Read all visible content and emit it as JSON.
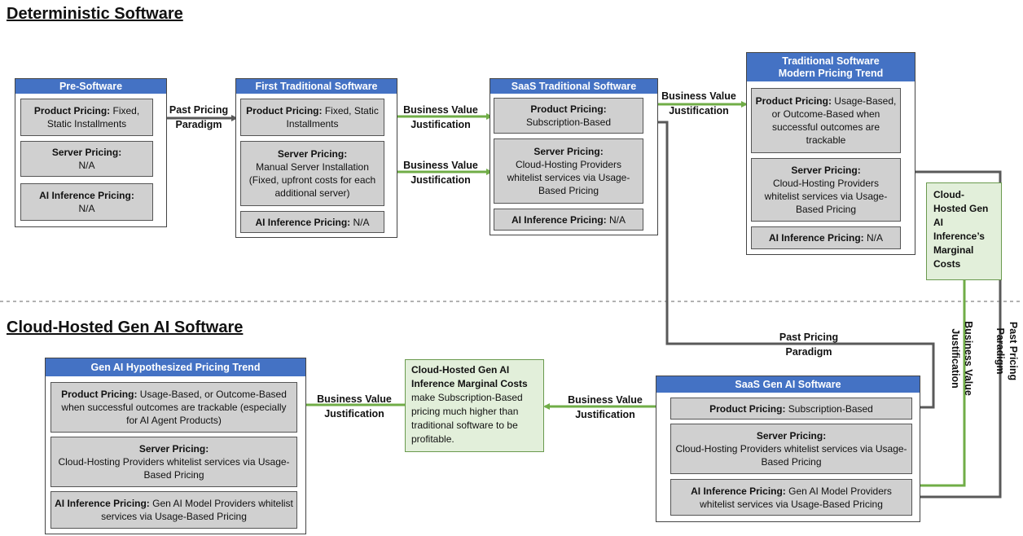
{
  "titles": {
    "deterministic": "Deterministic Software",
    "genai": "Cloud-Hosted Gen AI Software"
  },
  "panels": {
    "pre_software": {
      "header": "Pre-Software",
      "product_label": "Product Pricing:",
      "product_text": " Fixed, Static Installments",
      "server_label": "Server Pricing:",
      "server_text": "N/A",
      "ai_label": "AI Inference Pricing:",
      "ai_text": "N/A"
    },
    "first_traditional": {
      "header": "First Traditional Software",
      "product_label": "Product Pricing:",
      "product_text": " Fixed, Static Installments",
      "server_label": "Server Pricing:",
      "server_text": "Manual Server Installation (Fixed, upfront costs for each additional server)",
      "ai_label": "AI Inference Pricing:",
      "ai_text": " N/A"
    },
    "saas_traditional": {
      "header": "SaaS Traditional Software",
      "product_label": "Product Pricing:",
      "product_text": "Subscription-Based",
      "server_label": "Server Pricing:",
      "server_text": "Cloud-Hosting Providers whitelist services via Usage-Based Pricing",
      "ai_label": "AI Inference Pricing:",
      "ai_text": " N/A"
    },
    "modern_trend": {
      "header": "Traditional Software\nModern Pricing Trend",
      "product_label": "Product Pricing:",
      "product_text": " Usage-Based, or Outcome-Based when successful outcomes are trackable",
      "server_label": "Server Pricing:",
      "server_text": "Cloud-Hosting Providers whitelist services via Usage-Based Pricing",
      "ai_label": "AI Inference Pricing:",
      "ai_text": " N/A"
    },
    "genai_trend": {
      "header": "Gen AI Hypothesized Pricing Trend",
      "product_label": "Product Pricing:",
      "product_text": " Usage-Based, or Outcome-Based when successful outcomes are trackable (especially for AI Agent Products)",
      "server_label": "Server Pricing:",
      "server_text": "Cloud-Hosting Providers whitelist services via Usage-Based Pricing",
      "ai_label": "AI Inference Pricing:",
      "ai_text": " Gen AI Model Providers whitelist services via Usage-Based Pricing"
    },
    "saas_genai": {
      "header": "SaaS Gen AI Software",
      "product_label": "Product Pricing:",
      "product_text": " Subscription-Based",
      "server_label": "Server Pricing:",
      "server_text": "Cloud-Hosting Providers whitelist services via Usage-Based Pricing",
      "ai_label": "AI Inference Pricing:",
      "ai_text": " Gen AI Model Providers whitelist services via Usage-Based Pricing"
    }
  },
  "notes": {
    "marginal_costs_side": "Cloud-Hosted Gen AI Inference’s Marginal Costs",
    "marginal_costs_center_bold": "Cloud-Hosted Gen AI Inference Marginal Costs",
    "marginal_costs_center_text": " make Subscription-Based pricing much higher than traditional software to be profitable."
  },
  "arrow_labels": {
    "past_pricing_1": "Past Pricing\nParadigm",
    "bv_1": "Business Value\nJustification",
    "bv_2": "Business Value\nJustification",
    "bv_3": "Business Value\nJustification",
    "past_pricing_2": "Past Pricing\nParadigm",
    "bv_vertical": "Business Value\nJustification",
    "past_pricing_vertical": "Past Pricing\nParadigm",
    "bv_4": "Business Value\nJustification",
    "bv_5": "Business Value\nJustification"
  },
  "colors": {
    "header_blue": "#4472c4",
    "green_arrow": "#70ad47",
    "gray_arrow": "#595959",
    "note_green": "#e2efda"
  }
}
